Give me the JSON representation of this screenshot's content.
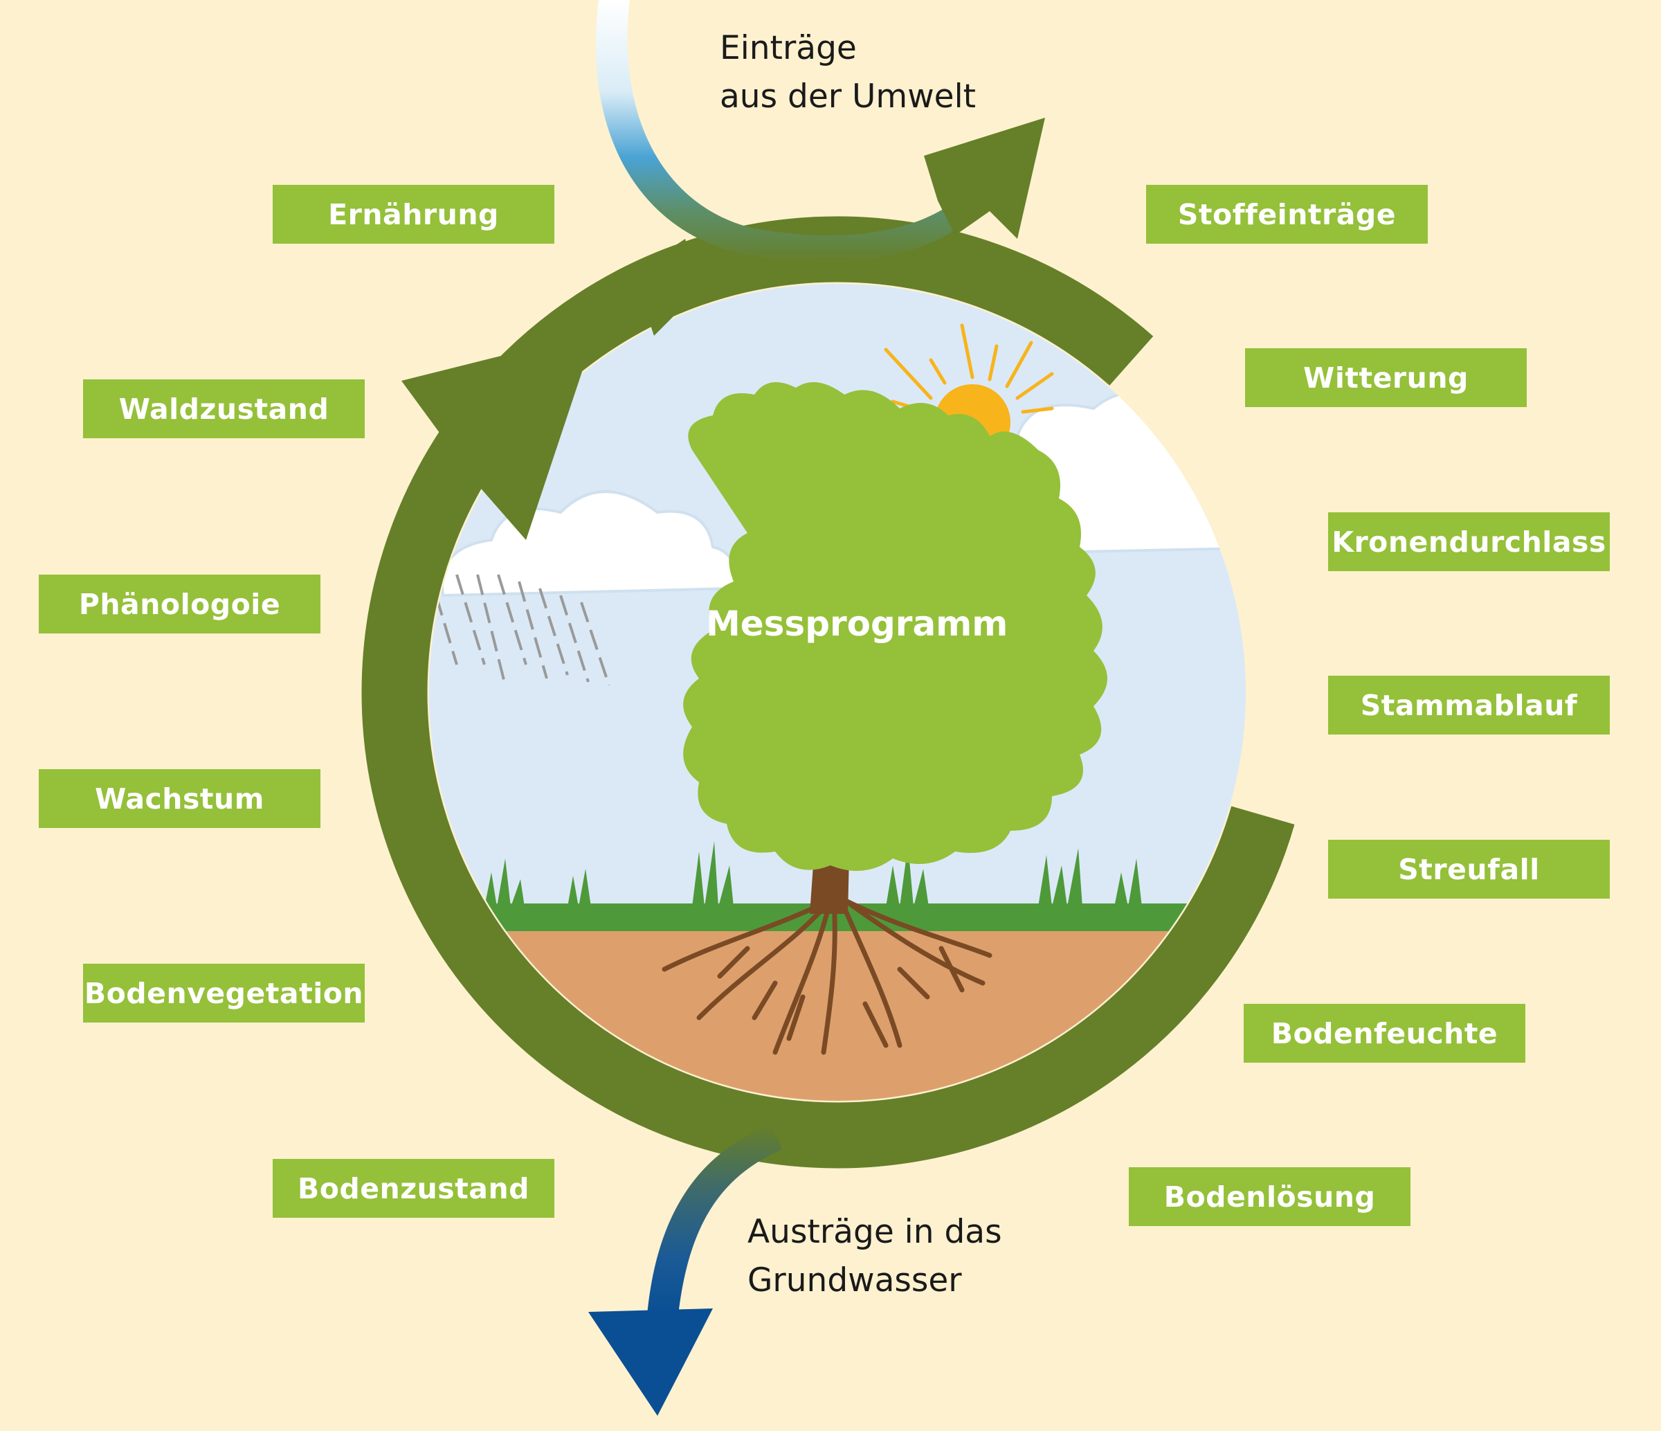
{
  "center": {
    "title": "Messprogramm"
  },
  "inflow": {
    "line1": "Einträge",
    "line2": "aus der Umwelt"
  },
  "outflow": {
    "line1": "Austräge in das",
    "line2": "Grundwasser"
  },
  "left_labels": [
    "Ernährung",
    "Waldzustand",
    "Phänologoie",
    "Wachstum",
    "Bodenvegetation",
    "Bodenzustand"
  ],
  "right_labels": [
    "Stoffeinträge",
    "Witterung",
    "Kronendurchlass",
    "Stammablauf",
    "Streufall",
    "Bodenfeuchte",
    "Bodenlösung"
  ],
  "colors": {
    "background": "#fdf1cf",
    "label_fill": "#95c03a",
    "cycle_arrow": "#667f29",
    "sky": "#dbe9f7",
    "soil": "#dda06c",
    "grass": "#4e9a3a",
    "tree_crown": "#95c03a",
    "trunk": "#7a4a25",
    "sun": "#f7b41b",
    "outflow_arrow": "#0a4f94"
  },
  "icons": [
    "sun-icon",
    "cloud-icon",
    "rain-icon",
    "tree-icon",
    "roots-icon",
    "grass-icon"
  ]
}
